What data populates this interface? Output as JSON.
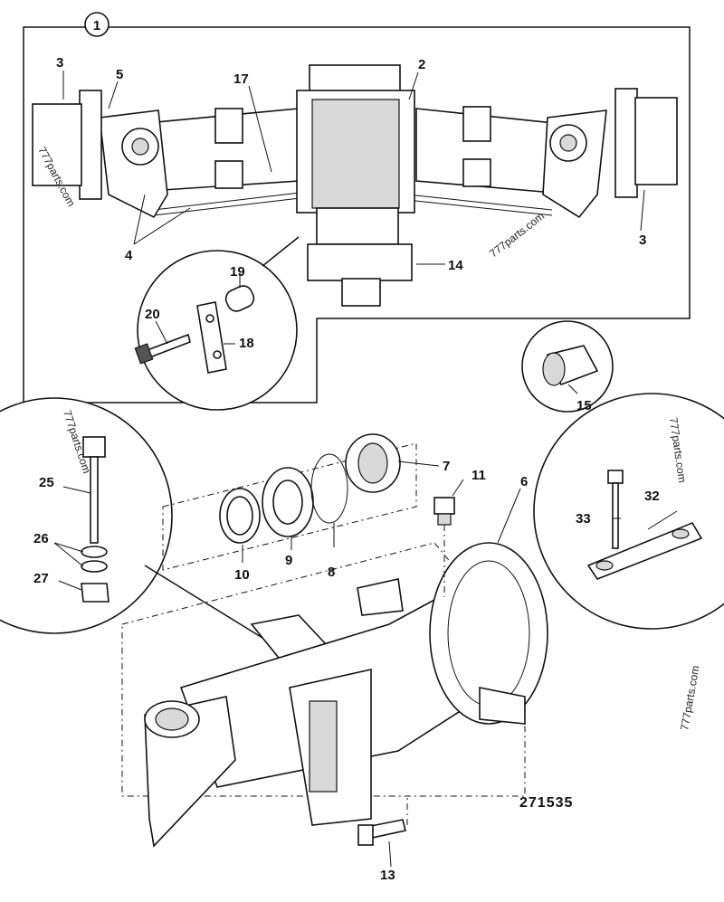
{
  "diagram": {
    "group_label": "1",
    "reference_number": "271535",
    "watermark": "777parts.com",
    "callouts": {
      "c2": "2",
      "c3a": "3",
      "c3b": "3",
      "c4": "4",
      "c5": "5",
      "c6": "6",
      "c7": "7",
      "c8": "8",
      "c9": "9",
      "c10": "10",
      "c11": "11",
      "c13": "13",
      "c14": "14",
      "c15": "15",
      "c17": "17",
      "c18": "18",
      "c19": "19",
      "c20": "20",
      "c25": "25",
      "c26": "26",
      "c27": "27",
      "c32": "32",
      "c33": "33"
    }
  }
}
